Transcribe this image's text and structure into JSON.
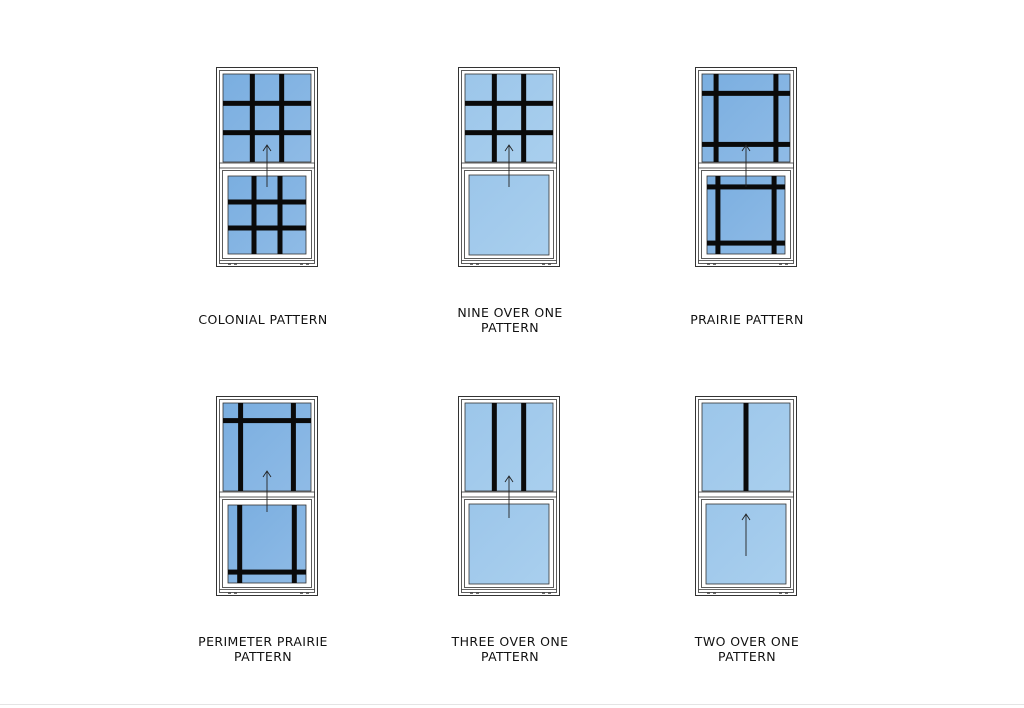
{
  "colors": {
    "glass": "#9cc6ea",
    "glass_dark": "#7aaee0",
    "muntin": "#0a0a0a",
    "frame": "#333333"
  },
  "windows": [
    {
      "id": "colonial",
      "caption": [
        "COLONIAL PATTERN"
      ],
      "pattern": "colonial"
    },
    {
      "id": "nine-over-one",
      "caption": [
        "NINE OVER ONE",
        "PATTERN"
      ],
      "pattern": "nine-over-one"
    },
    {
      "id": "prairie",
      "caption": [
        "PRAIRIE PATTERN"
      ],
      "pattern": "prairie"
    },
    {
      "id": "perimeter-prairie",
      "caption": [
        "PERIMETER PRAIRIE",
        "PATTERN"
      ],
      "pattern": "perimeter-prairie"
    },
    {
      "id": "three-over-one",
      "caption": [
        "THREE OVER ONE",
        "PATTERN"
      ],
      "pattern": "three-over-one"
    },
    {
      "id": "two-over-one",
      "caption": [
        "TWO OVER ONE",
        "PATTERN"
      ],
      "pattern": "two-over-one"
    }
  ]
}
